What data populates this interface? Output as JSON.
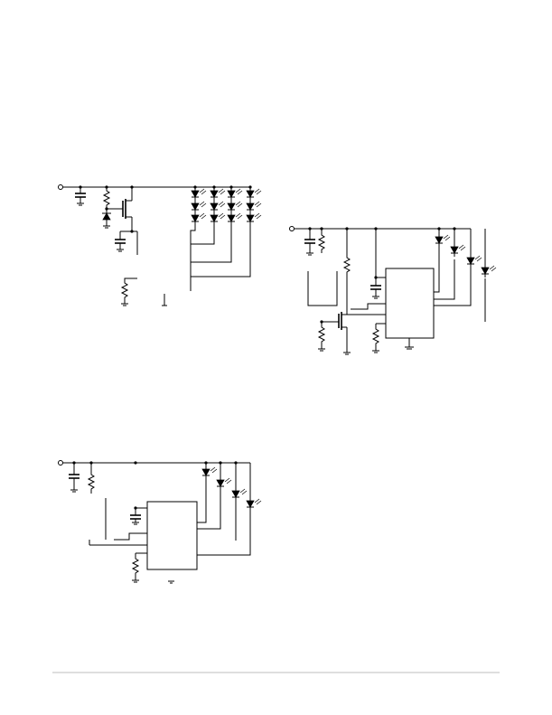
{
  "page": {
    "background": "#ffffff",
    "ink_color": "#000000",
    "footer_rule_color": "#bdbdbd"
  },
  "schematics": [
    {
      "name": "schematic-led-matrix",
      "components": [
        "input-terminal",
        "capacitor",
        "resistor",
        "zener-diode",
        "mosfet",
        "led-array-4x3",
        "ground-symbols"
      ]
    },
    {
      "name": "schematic-led-driver-ic",
      "components": [
        "input-terminal",
        "capacitor",
        "resistor",
        "mosfet",
        "ic-block",
        "led-chain-4",
        "ground-symbols"
      ]
    },
    {
      "name": "schematic-led-driver-ic-small",
      "components": [
        "input-terminal",
        "capacitor",
        "resistor",
        "ic-block",
        "led-chain-4",
        "ground-symbols"
      ]
    }
  ]
}
